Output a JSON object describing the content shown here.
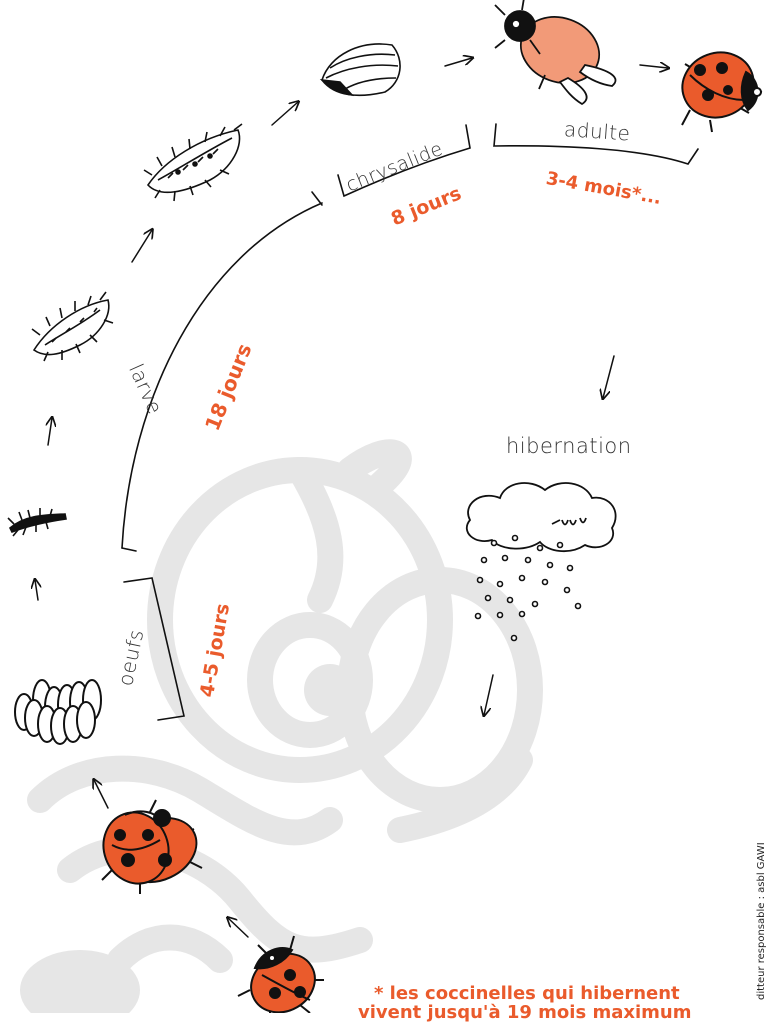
{
  "diagram": {
    "stages": {
      "eggs": "oeufs",
      "larva": "larve",
      "pupa": "chrysalide",
      "adult": "adulte",
      "hibernation": "hibernation"
    },
    "durations": {
      "eggs": "4-5 jours",
      "larva": "18 jours",
      "pupa": "8 jours",
      "adult": "3-4 mois*..."
    },
    "footnote": {
      "line1": "* les coccinelles qui hibernent",
      "line2": "vivent jusqu'à 19 mois maximum"
    },
    "credit": "ditteur responsable : asbl GAWI",
    "colors": {
      "accent": "#ea5b2c",
      "watermark": "#e6e6e6",
      "ink": "#111111",
      "ladybug": "#ea5b2c"
    },
    "icons": [
      "ladybug-mating-icon",
      "ladybug-icon",
      "egg-cluster-icon",
      "larva-icon",
      "pupa-icon",
      "emerging-ladybug-icon",
      "snow-cloud-icon",
      "watermark-mascot-icon"
    ]
  }
}
